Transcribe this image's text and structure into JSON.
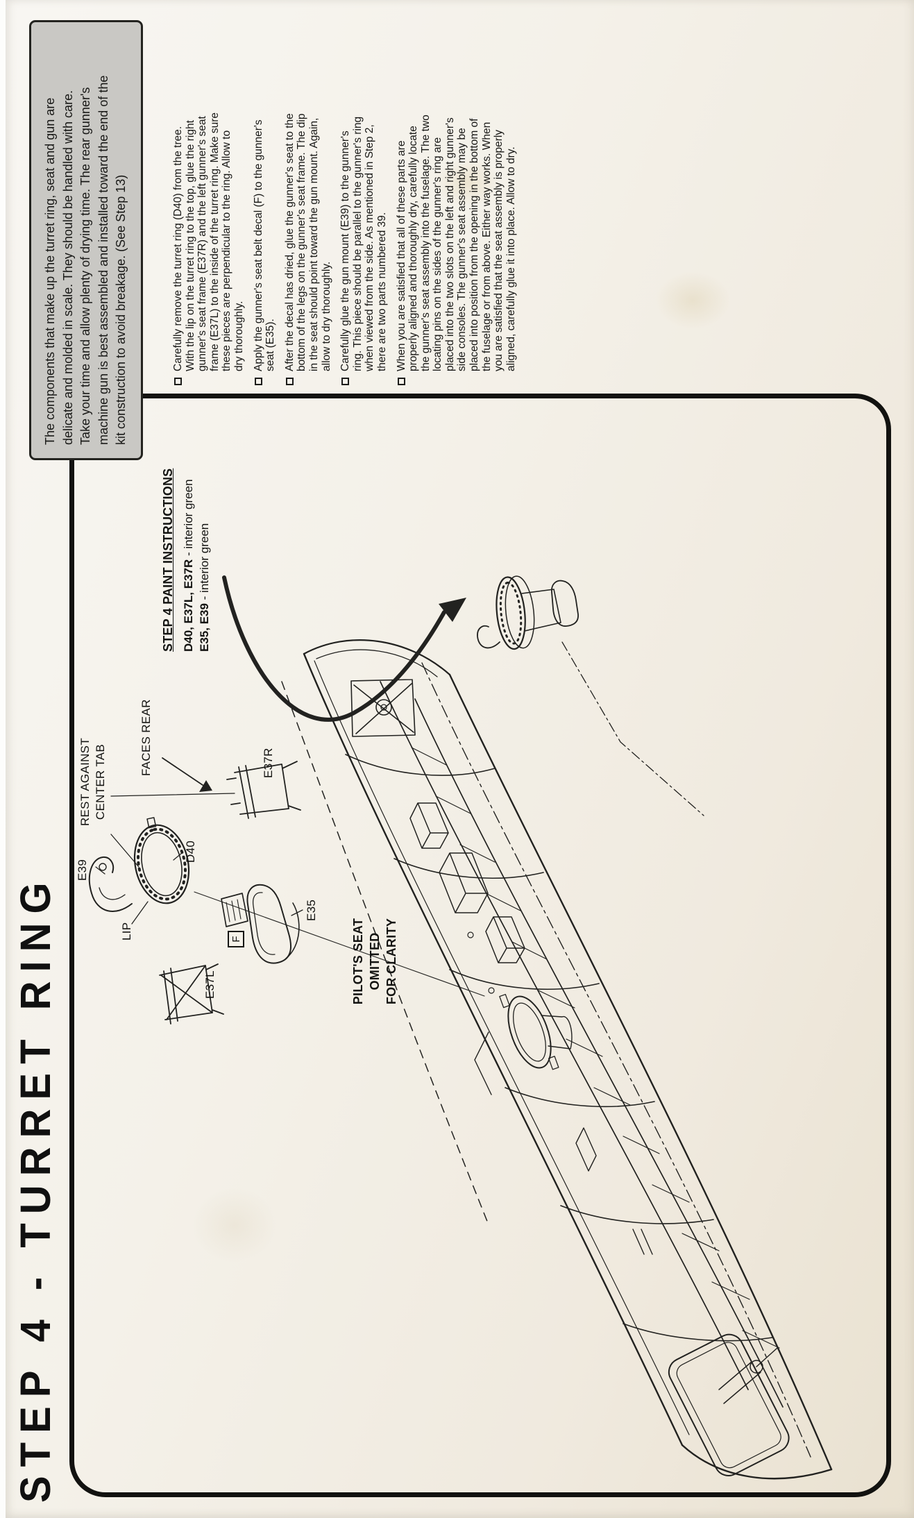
{
  "page": {
    "step_title": "STEP 4 - TURRET RING"
  },
  "care_note": {
    "text": "The components that make up the turret ring, seat and gun are\ndelicate and molded in scale.  They should be handled with care.\nTake your time and allow plenty of drying time.  The rear gunner's\nmachine gun is best assembled and installed toward the end of the\nkit construction to avoid breakage. (See Step 13)"
  },
  "checklist": {
    "items": [
      {
        "text": "Carefully remove the turret ring (D40) from the tree.\nWith the lip on the turret ring to the top, glue the right\ngunner's seat frame (E37R) and the left gunner's seat\nframe (E37L) to the inside of the turret ring.  Make sure\nthese pieces are perpendicular to the ring.  Allow to\ndry thoroughly."
      },
      {
        "text": "Apply the gunner's seat belt decal (F) to the gunner's\nseat (E35)."
      },
      {
        "text": "After the decal has dried, glue the gunner's seat to the\nbottom of the legs on the gunner's seat frame. The dip\nin the seat should point toward the gun mount. Again,\nallow to dry thoroughly."
      },
      {
        "text": "Carefully glue the gun mount (E39) to the gunner's\nring. This piece should be parallel to the gunner's ring\nwhen viewed from the side.  As mentioned in Step 2,\nthere are two parts numbered 39."
      },
      {
        "text": "When you are satisfied that all of these parts are\nproperly aligned and thoroughly dry, carefully locate\nthe gunner's seat assembly into the fuselage.  The two\nlocating pins on the sides of the gunner's ring are\nplaced into the two slots on the left and right gunner's\nside consoles. The gunner's seat assembly may be\nplaced into position from the opening in the bottom of\nthe fuselage or from above.  Either way works.  When\nyou are satisfied that the seat assembly is properly\naligned, carefully glue it into place.  Allow to dry."
      }
    ]
  },
  "paint_instructions": {
    "title": "STEP 4 PAINT INSTRUCTIONS",
    "lines": [
      {
        "parts": "D40, E37L, E37R",
        "finish": " - interior green"
      },
      {
        "parts": "E35, E39",
        "finish": " - interior green"
      }
    ]
  },
  "diagram_labels": {
    "rest_against": "REST AGAINST\nCENTER TAB",
    "faces_rear": "FACES REAR",
    "e39": "E39",
    "lip": "LIP",
    "d40": "D40",
    "e37r": "E37R",
    "decal_f": "F",
    "e35": "E35",
    "e37l": "E37L",
    "pilot_note": "PILOT'S SEAT\nOMITTED\nFOR CLARITY"
  }
}
